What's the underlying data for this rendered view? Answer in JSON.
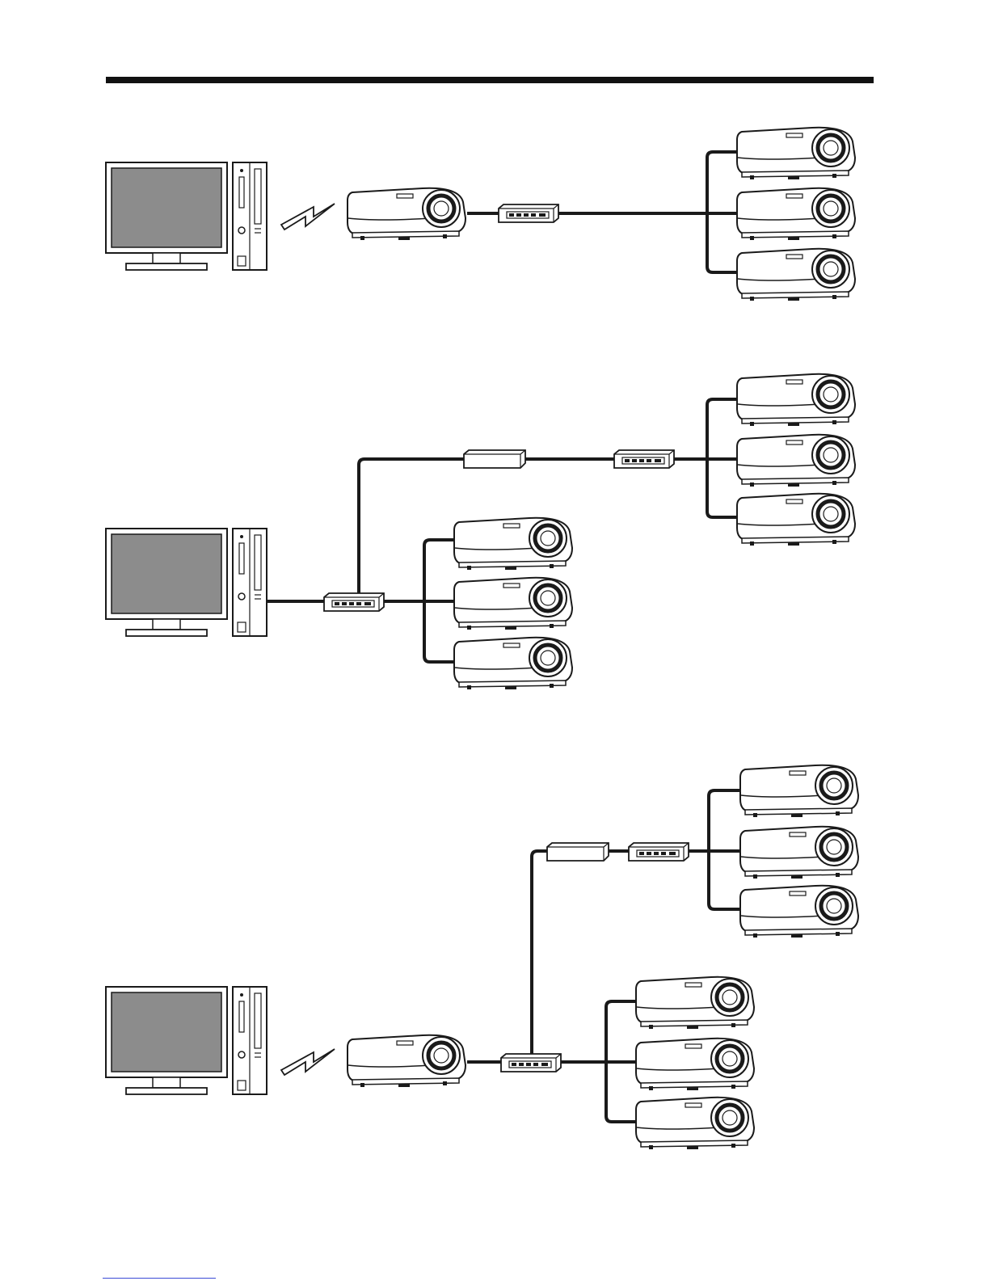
{
  "page": {
    "background": "#ffffff",
    "ink_color": "#1a1a1a",
    "screen_color": "#8c8c8c",
    "body_fill": "#ffffff",
    "cable_color": "#1a1a1a",
    "link_color": "#3b4bd6"
  },
  "diagrams": [
    {
      "id": "wireless-to-hub",
      "computer": "desktop-computer-icon",
      "connection": "wireless-link-icon",
      "access_point_projector": "projector-icon",
      "hub": "network-hub-icon",
      "projector_count": 3,
      "total_projectors": 4
    },
    {
      "id": "wired-two-hubs-with-router",
      "computer": "desktop-computer-icon",
      "connection": "lan-cable",
      "hub": "network-hub-icon",
      "router": "router-icon",
      "near_projector_count": 3,
      "far_projector_count": 3
    },
    {
      "id": "wireless-to-two-hubs-with-router",
      "computer": "desktop-computer-icon",
      "connection": "wireless-link-icon",
      "access_point_projector": "projector-icon",
      "hub": "network-hub-icon",
      "router": "router-icon",
      "near_projector_count": 3,
      "far_projector_count": 3
    }
  ]
}
